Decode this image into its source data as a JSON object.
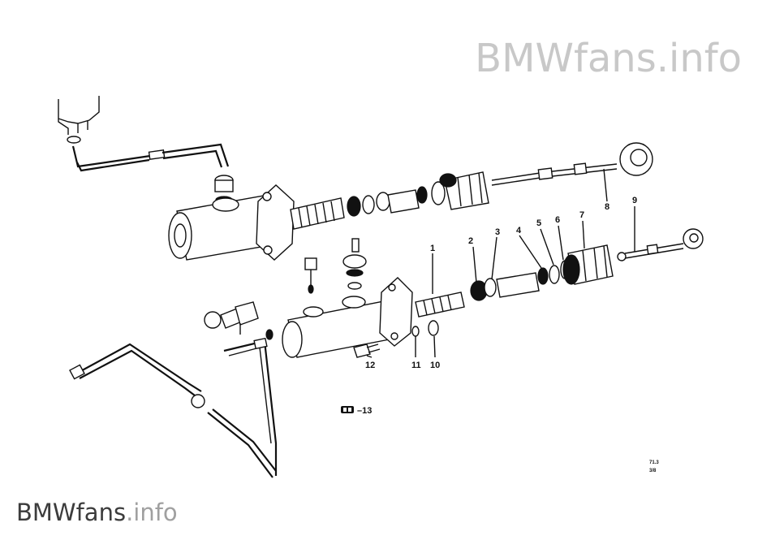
{
  "watermark": {
    "top": "BMWfans.info",
    "bottom_main": "BMWfans",
    "bottom_suffix": ".info"
  },
  "callouts": [
    {
      "id": "c1",
      "label": "1"
    },
    {
      "id": "c2",
      "label": "2"
    },
    {
      "id": "c3",
      "label": "3"
    },
    {
      "id": "c4",
      "label": "4"
    },
    {
      "id": "c5",
      "label": "5"
    },
    {
      "id": "c6",
      "label": "6"
    },
    {
      "id": "c7",
      "label": "7"
    },
    {
      "id": "c8",
      "label": "8"
    },
    {
      "id": "c9",
      "label": "9"
    },
    {
      "id": "c10",
      "label": "10"
    },
    {
      "id": "c11",
      "label": "11"
    },
    {
      "id": "c12",
      "label": "12"
    }
  ],
  "reference_note": "–13",
  "corner_code": {
    "line1": "71.3",
    "line2": "3/8"
  }
}
